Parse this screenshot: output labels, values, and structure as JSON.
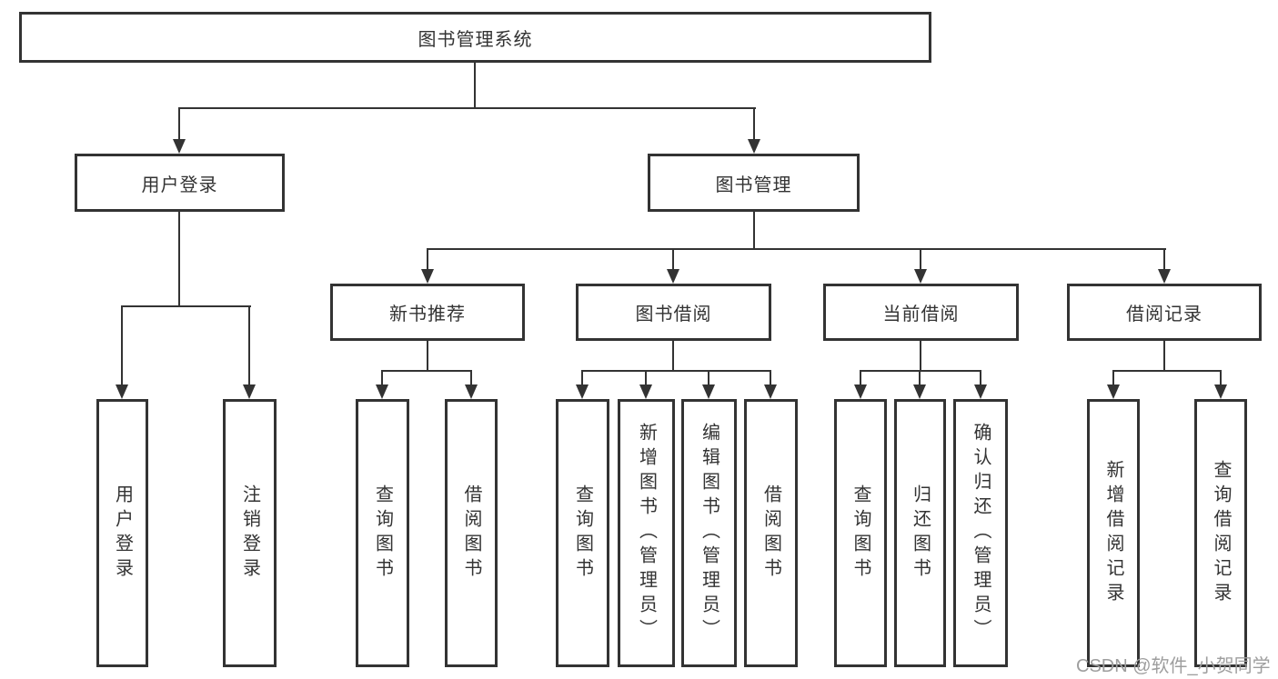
{
  "diagram": {
    "type": "tree",
    "title": "图书管理系统",
    "colors": {
      "line": "#333333",
      "text": "#333333",
      "background": "#ffffff",
      "box_fill": "#ffffff",
      "watermark": "#9e9e9e"
    },
    "root": {
      "label": "图书管理系统"
    },
    "level2": [
      {
        "label": "用户登录"
      },
      {
        "label": "图书管理"
      }
    ],
    "level3": [
      {
        "label": "新书推荐"
      },
      {
        "label": "图书借阅"
      },
      {
        "label": "当前借阅"
      },
      {
        "label": "借阅记录"
      }
    ],
    "leaves": {
      "user_login": [
        {
          "label": "用户登录"
        },
        {
          "label": "注销登录"
        }
      ],
      "new_book_recommend": [
        {
          "label": "查询图书"
        },
        {
          "label": "借阅图书"
        }
      ],
      "book_borrow": [
        {
          "label": "查询图书"
        },
        {
          "label": "新增图书（管理员）"
        },
        {
          "label": "编辑图书（管理员）"
        },
        {
          "label": "借阅图书"
        }
      ],
      "current_borrow": [
        {
          "label": "查询图书"
        },
        {
          "label": "归还图书"
        },
        {
          "label": "确认归还（管理员）"
        }
      ],
      "borrow_record": [
        {
          "label": "新增借阅记录"
        },
        {
          "label": "查询借阅记录"
        }
      ]
    },
    "watermark": "CSDN @软件_小贺同学"
  }
}
